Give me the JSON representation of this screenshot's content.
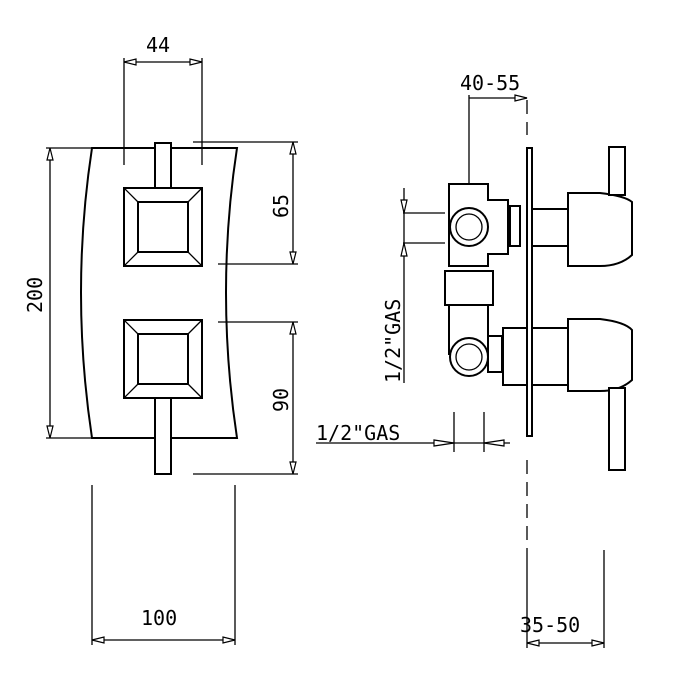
{
  "title": "Thermostatic shower valve dimension drawing",
  "dimensions": {
    "handle_spacing": "44",
    "plate_height": "200",
    "upper_offset": "65",
    "lower_offset": "90",
    "plate_width": "100",
    "wall_depth": "40-55",
    "inlet_thread": "1/2\"GAS",
    "outlet_thread": "1/2\"GAS",
    "wall_recess": "35-50"
  }
}
